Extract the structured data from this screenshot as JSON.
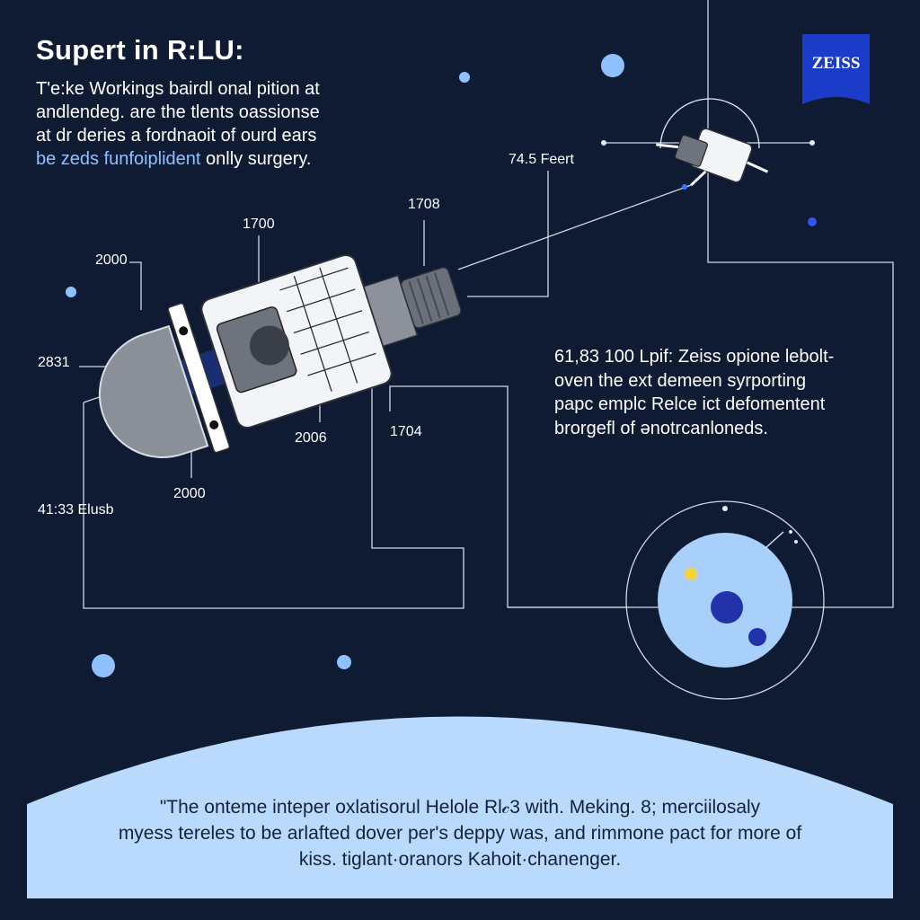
{
  "header": {
    "title": "Supert in R:LU:",
    "intro_lines": [
      "T'e:ke Workings bairdl onal pition at",
      "andlendeg. are the tlents oassionse",
      "at dr deries a fordnaoit of ourd ears"
    ],
    "intro_highlight": "be zeds funfoiplident",
    "intro_tail": " onlly surgery."
  },
  "logo": {
    "text": "ZEISS",
    "color": "#1a3cc8"
  },
  "callouts": {
    "c2000_top": "2000",
    "c1700": "1700",
    "c1708": "1708",
    "c745": "74.5 Feert",
    "c2831": "2831",
    "c2006": "2006",
    "c1704": "1704",
    "c2000_bottom": "2000",
    "c4133": "41:33 Elusb"
  },
  "side_note": {
    "lines": [
      "61,83 100 Lpif: Zeiss opione lebolt-",
      "oven the ext demeen syrporting",
      "papc emplc Relce ict defomentent",
      "brorgefl of ənotrcanloneds."
    ]
  },
  "quote": {
    "lines": [
      "\"The onteme inteper oxlatisorul Helole Rl𝒸3 with. Meking. 8; merciilosaly",
      "myess tereles to be arlafted dover per's deppy was, and rimmone pact for more of",
      "kiss. tiglant·oranors Kahoit·chanenger."
    ]
  },
  "colors": {
    "background": "#0f1b33",
    "accent_blue": "#8fc1ff",
    "planet": "#a9d0fb",
    "deep_blue": "#2233aa",
    "yellow_dot": "#f5d33a"
  },
  "icons": {
    "telescope": "telescope-icon",
    "satellite": "satellite-icon",
    "planet": "planet-icon",
    "logo": "zeiss-logo-icon"
  }
}
